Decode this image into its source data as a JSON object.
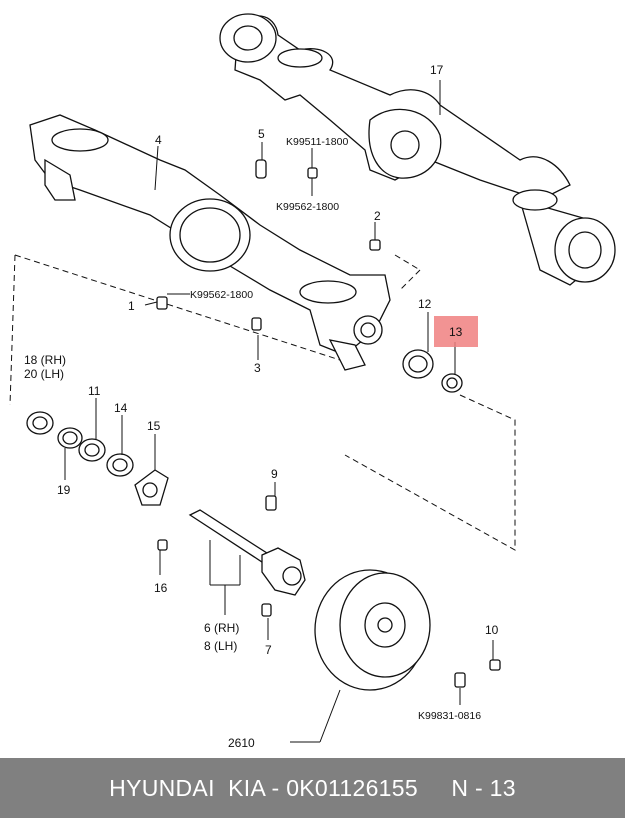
{
  "callouts": {
    "p1": "1",
    "p2": "2",
    "p3": "3",
    "p4": "4",
    "p5": "5",
    "p6": "6 (RH)",
    "p7": "7",
    "p8": "8 (LH)",
    "p9": "9",
    "p10": "10",
    "p11": "11",
    "p12": "12",
    "p13": "13",
    "p14": "14",
    "p15": "15",
    "p16": "16",
    "p17": "17",
    "p18": "18 (RH)",
    "p19": "19",
    "p20": "20 (LH)",
    "p2610": "2610"
  },
  "part_codes": {
    "k1": "K99511-1800",
    "k2": "K99562-1800",
    "k3": "K99562-1800",
    "k4": "K99831-0816"
  },
  "highlight": {
    "color": "#f08080"
  },
  "footer": {
    "text": "HYUNDAI  KIA - 0K01126155     N - 13"
  }
}
